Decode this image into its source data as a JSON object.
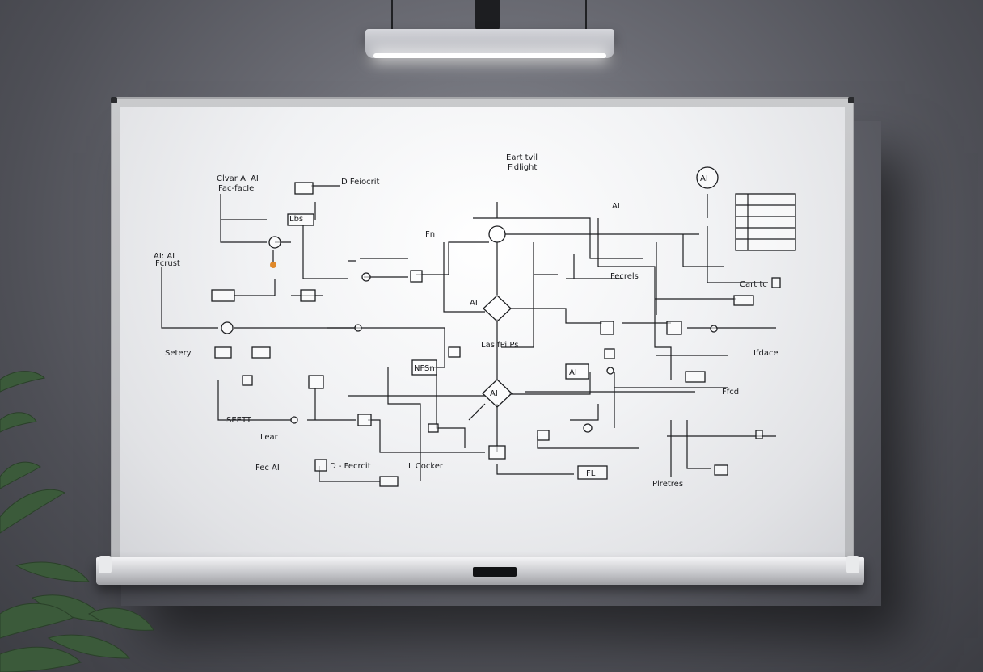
{
  "scene": {
    "description_tags": [
      "whiteboard",
      "ceiling-lamp",
      "flowchart",
      "plant"
    ],
    "colors": {
      "wall": "#5e5f66",
      "board": "#f2f3f5",
      "ink": "#1d1e21",
      "accent": "#e0892a",
      "leaf": "#3b5a3a"
    }
  },
  "labels": {
    "l1": "Clvar AI AI",
    "l2": "Fac-facIe",
    "l3": "D Feiocrit",
    "l4": "AI: AI",
    "l5": "Fcrust",
    "l6": "Eart tvil",
    "l7": "Fidlight",
    "l8": "AI",
    "l9": "AI",
    "l10": "Fn",
    "l11": "AI",
    "l12": "AI",
    "l13": "Fecrels",
    "l14": "Cart tc",
    "l15": "Setery",
    "l16": "Las fPi Ps",
    "l17": "AI",
    "l18": "Ffcd",
    "l19": "SEETT",
    "l20": "Lear",
    "l21": "Fec AI",
    "l22": "D - Fecrcit",
    "l23": "L Cocker",
    "l24": "FL",
    "l25": "Plretres",
    "l26": "Ifdace",
    "l27": "NFSn",
    "l28": "Lbs"
  }
}
